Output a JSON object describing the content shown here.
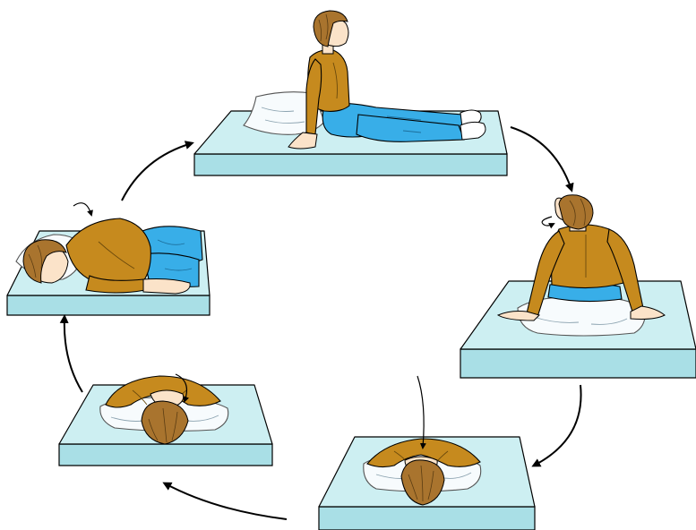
{
  "figure": {
    "panels": [
      {
        "id": "sit-up"
      },
      {
        "id": "sit-turn-head"
      },
      {
        "id": "prone-head-down"
      },
      {
        "id": "prone-head-turned"
      },
      {
        "id": "side-lying"
      }
    ],
    "colors": {
      "mattress": "#cdeff2",
      "mattress_side": "#a9dfe6",
      "shirt": "#c68a1e",
      "pants": "#38aee8",
      "hair": "#a9742e",
      "skin": "#fbe3c9"
    },
    "arrow_count": 5,
    "arrow_direction": "clockwise"
  }
}
